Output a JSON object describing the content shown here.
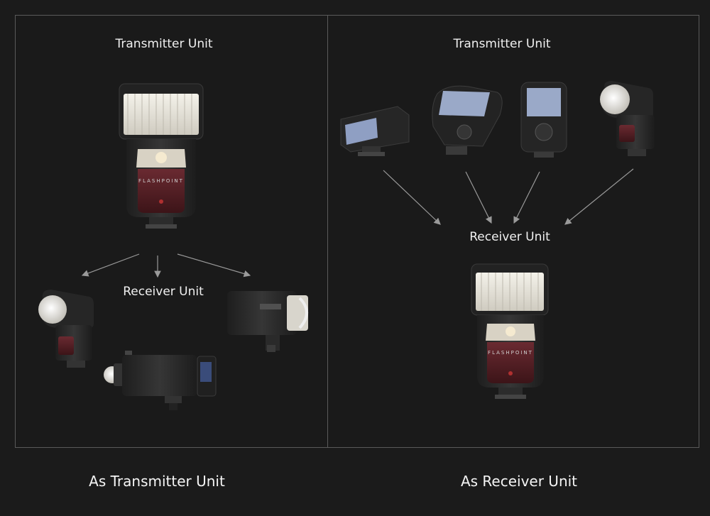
{
  "left_panel": {
    "top_label": "Transmitter Unit",
    "mid_label": "Receiver Unit",
    "flash_brand": "FLASHPOINT",
    "caption": "As Transmitter Unit"
  },
  "right_panel": {
    "top_label": "Transmitter Unit",
    "mid_label": "Receiver Unit",
    "flash_brand": "FLASHPOINT",
    "caption": "As Receiver Unit"
  },
  "colors": {
    "background": "#1b1b1b",
    "panel_border": "#5a5a5a",
    "arrow": "#9a9a9a",
    "device_body": "#2a2a2a",
    "flash_head_lens": "#e9e6dd",
    "flash_panel_red": "#5a1f25",
    "screen_blue": "#9aa9c8"
  }
}
